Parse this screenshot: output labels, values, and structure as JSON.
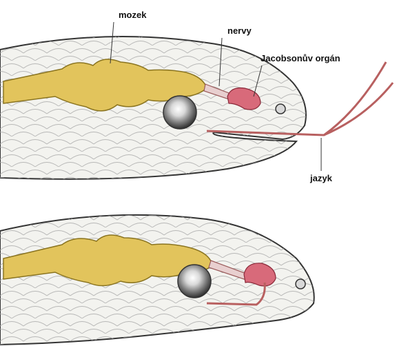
{
  "labels": {
    "brain": "mozek",
    "nerves": "nervy",
    "jacobson_organ": "Jacobsonův orgán",
    "tongue": "jazyk"
  },
  "colors": {
    "background": "#ffffff",
    "head": "#f3f3ef",
    "scale_line": "#9a9a9a",
    "brain": "#e2c45c",
    "organ": "#d86a7a",
    "nerve": "#c98a8a",
    "tongue": "#b86060",
    "eye": "#8a8a8a",
    "outline": "#333333"
  },
  "panels": [
    {
      "state": "tongue-extended"
    },
    {
      "state": "tongue-retracted"
    }
  ]
}
